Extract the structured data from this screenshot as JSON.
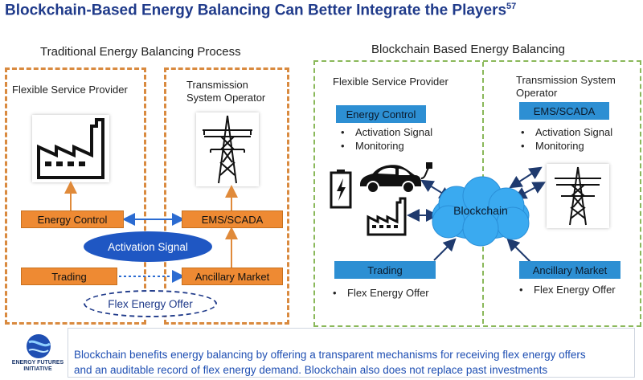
{
  "title": {
    "main": "Blockchain-Based Energy Balancing Can Better Integrate the Players",
    "superscript": "57"
  },
  "traditional": {
    "heading": "Traditional Energy Balancing Process",
    "left_panel_label": "Flexible Service Provider",
    "right_panel_label_line1": "Transmission",
    "right_panel_label_line2": "System Operator",
    "energy_control": "Energy Control",
    "ems_scada": "EMS/SCADA",
    "activation_signal": "Activation Signal",
    "trading": "Trading",
    "ancillary_market": "Ancillary Market",
    "flex_energy_offer": "Flex Energy Offer"
  },
  "blockchain": {
    "heading": "Blockchain Based Energy Balancing",
    "left_panel_label": "Flexible Service Provider",
    "right_panel_label_line1": "Transmission System",
    "right_panel_label_line2": "Operator",
    "energy_control": "Energy Control",
    "ems_scada": "EMS/SCADA",
    "left_bullets": [
      "Activation Signal",
      "Monitoring"
    ],
    "right_bullets": [
      "Activation Signal",
      "Monitoring"
    ],
    "cloud_label": "Blockchain",
    "trading": "Trading",
    "ancillary_market": "Ancillary Market",
    "trading_bullet": "Flex Energy Offer",
    "ancillary_bullet": "Flex Energy Offer"
  },
  "footer": {
    "logo_line1": "ENERGY FUTURES",
    "logo_line2": "INITIATIVE",
    "text_line1": "Blockchain benefits energy balancing by offering a transparent mechanisms for receiving flex energy offers",
    "text_line2": "and an auditable record of flex energy demand. Blockchain also does not replace past investments"
  },
  "colors": {
    "title_blue": "#1f3a8a",
    "orange": "#ee8a33",
    "orange_dash": "#d98a3f",
    "green_dash": "#8ab85a",
    "box_blue": "#2d8fd3",
    "oval_blue": "#1f57c3",
    "cloud_blue": "#3aaaf0",
    "footer_blue": "#1f4fb3"
  }
}
